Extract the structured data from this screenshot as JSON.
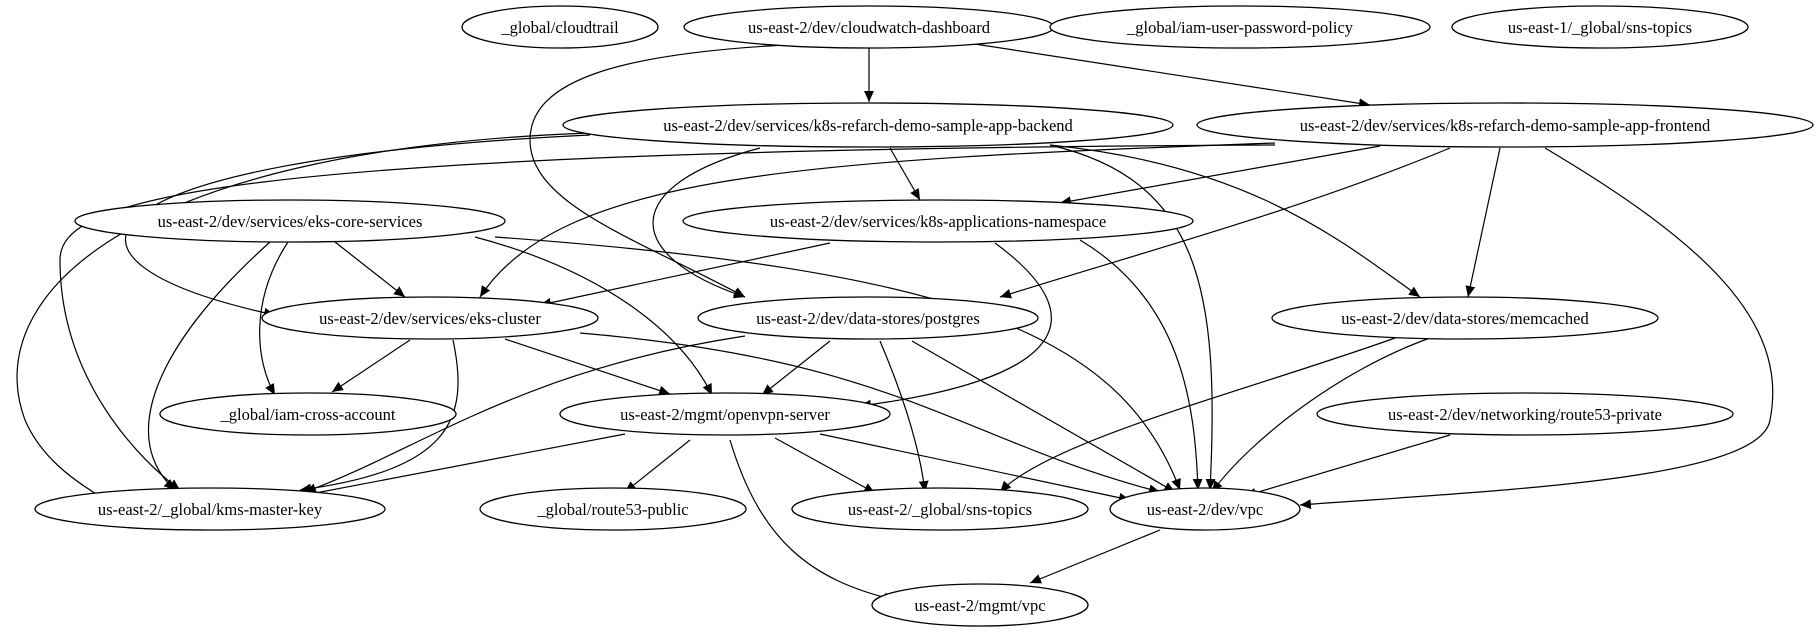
{
  "graph": {
    "nodes": [
      {
        "id": "cloudtrail",
        "label": "_global/cloudtrail"
      },
      {
        "id": "cw-dashboard",
        "label": "us-east-2/dev/cloudwatch-dashboard"
      },
      {
        "id": "iam-password-policy",
        "label": "_global/iam-user-password-policy"
      },
      {
        "id": "sns-useast1",
        "label": "us-east-1/_global/sns-topics"
      },
      {
        "id": "app-backend",
        "label": "us-east-2/dev/services/k8s-refarch-demo-sample-app-backend"
      },
      {
        "id": "app-frontend",
        "label": "us-east-2/dev/services/k8s-refarch-demo-sample-app-frontend"
      },
      {
        "id": "eks-core-services",
        "label": "us-east-2/dev/services/eks-core-services"
      },
      {
        "id": "k8s-namespace",
        "label": "us-east-2/dev/services/k8s-applications-namespace"
      },
      {
        "id": "eks-cluster",
        "label": "us-east-2/dev/services/eks-cluster"
      },
      {
        "id": "postgres",
        "label": "us-east-2/dev/data-stores/postgres"
      },
      {
        "id": "memcached",
        "label": "us-east-2/dev/data-stores/memcached"
      },
      {
        "id": "iam-cross-account",
        "label": "_global/iam-cross-account"
      },
      {
        "id": "openvpn",
        "label": "us-east-2/mgmt/openvpn-server"
      },
      {
        "id": "route53-private",
        "label": "us-east-2/dev/networking/route53-private"
      },
      {
        "id": "kms",
        "label": "us-east-2/_global/kms-master-key"
      },
      {
        "id": "route53-public",
        "label": "_global/route53-public"
      },
      {
        "id": "sns-useast2",
        "label": "us-east-2/_global/sns-topics"
      },
      {
        "id": "dev-vpc",
        "label": "us-east-2/dev/vpc"
      },
      {
        "id": "mgmt-vpc",
        "label": "us-east-2/mgmt/vpc"
      }
    ],
    "edges": [
      {
        "from": "cw-dashboard",
        "to": "app-backend"
      },
      {
        "from": "cw-dashboard",
        "to": "app-frontend"
      },
      {
        "from": "cw-dashboard",
        "to": "postgres"
      },
      {
        "from": "app-backend",
        "to": "k8s-namespace"
      },
      {
        "from": "app-backend",
        "to": "postgres"
      },
      {
        "from": "app-backend",
        "to": "eks-cluster"
      },
      {
        "from": "app-backend",
        "to": "kms"
      },
      {
        "from": "app-backend",
        "to": "memcached"
      },
      {
        "from": "app-backend",
        "to": "dev-vpc"
      },
      {
        "from": "app-frontend",
        "to": "k8s-namespace"
      },
      {
        "from": "app-frontend",
        "to": "eks-cluster"
      },
      {
        "from": "app-frontend",
        "to": "postgres"
      },
      {
        "from": "app-frontend",
        "to": "memcached"
      },
      {
        "from": "app-frontend",
        "to": "dev-vpc"
      },
      {
        "from": "app-frontend",
        "to": "kms"
      },
      {
        "from": "eks-core-services",
        "to": "eks-cluster"
      },
      {
        "from": "eks-core-services",
        "to": "iam-cross-account"
      },
      {
        "from": "eks-core-services",
        "to": "kms"
      },
      {
        "from": "eks-core-services",
        "to": "openvpn"
      },
      {
        "from": "eks-core-services",
        "to": "dev-vpc"
      },
      {
        "from": "k8s-namespace",
        "to": "eks-cluster"
      },
      {
        "from": "k8s-namespace",
        "to": "openvpn"
      },
      {
        "from": "k8s-namespace",
        "to": "dev-vpc"
      },
      {
        "from": "eks-cluster",
        "to": "iam-cross-account"
      },
      {
        "from": "eks-cluster",
        "to": "openvpn"
      },
      {
        "from": "eks-cluster",
        "to": "kms"
      },
      {
        "from": "eks-cluster",
        "to": "dev-vpc"
      },
      {
        "from": "postgres",
        "to": "openvpn"
      },
      {
        "from": "postgres",
        "to": "kms"
      },
      {
        "from": "postgres",
        "to": "sns-useast2"
      },
      {
        "from": "postgres",
        "to": "dev-vpc"
      },
      {
        "from": "memcached",
        "to": "sns-useast2"
      },
      {
        "from": "memcached",
        "to": "dev-vpc"
      },
      {
        "from": "openvpn",
        "to": "kms"
      },
      {
        "from": "openvpn",
        "to": "route53-public"
      },
      {
        "from": "openvpn",
        "to": "sns-useast2"
      },
      {
        "from": "openvpn",
        "to": "dev-vpc"
      },
      {
        "from": "openvpn",
        "to": "mgmt-vpc"
      },
      {
        "from": "route53-private",
        "to": "dev-vpc"
      },
      {
        "from": "dev-vpc",
        "to": "mgmt-vpc"
      }
    ]
  }
}
